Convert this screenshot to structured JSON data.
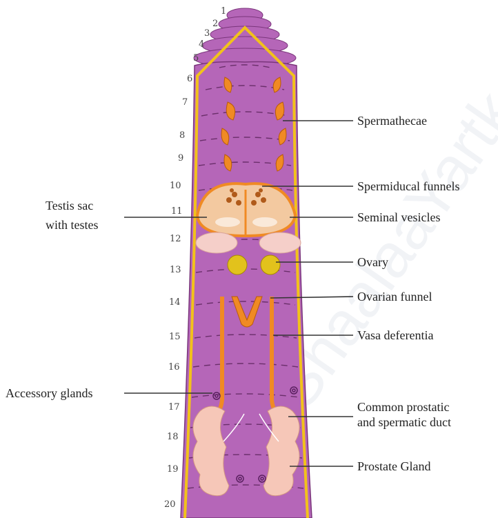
{
  "segments": [
    "1",
    "2",
    "3",
    "4",
    "5",
    "6",
    "7",
    "8",
    "9",
    "10",
    "11",
    "12",
    "13",
    "14",
    "15",
    "16",
    "17",
    "18",
    "19",
    "20"
  ],
  "labels": {
    "spermathecae": "Spermathecae",
    "spermiducal_funnels": "Spermiducal funnels",
    "seminal_vesicles": "Seminal vesicles",
    "ovary": "Ovary",
    "ovarian_funnel": "Ovarian funnel",
    "vasa_deferentia": "Vasa deferentia",
    "common_duct_line1": "Common prostatic",
    "common_duct_line2": "and spermatic duct",
    "prostate_gland": "Prostate Gland",
    "testis_sac_line1": "Testis sac",
    "testis_sac_line2": "with testes",
    "accessory_glands": "Accessory glands"
  },
  "colors": {
    "body": "#b566b8",
    "body_dark": "#8b3f8c",
    "outline": "#f2c21b",
    "organ_orange": "#f08a24",
    "ovary_yellow": "#e2c21c",
    "prostate_pink": "#f6c7b8",
    "vesicle_pink": "#f5cfc9"
  }
}
